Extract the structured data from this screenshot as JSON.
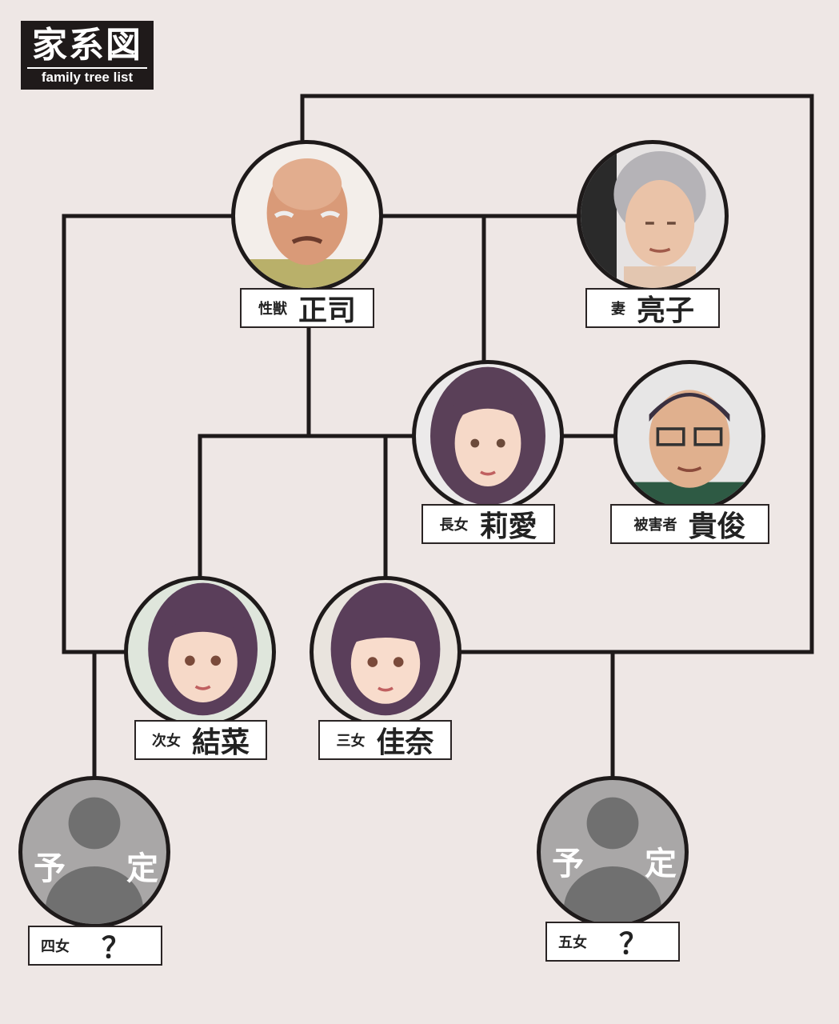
{
  "logo": {
    "title": "家系図",
    "subtitle": "family tree list"
  },
  "members": [
    {
      "id": "masashi",
      "role": "性獣",
      "name": "正司"
    },
    {
      "id": "ryoko",
      "role": "妻",
      "name": "亮子"
    },
    {
      "id": "rina",
      "role": "長女",
      "name": "莉愛"
    },
    {
      "id": "takatoshi",
      "role": "被害者",
      "name": "貴俊"
    },
    {
      "id": "yuna",
      "role": "次女",
      "name": "結菜"
    },
    {
      "id": "kana",
      "role": "三女",
      "name": "佳奈"
    },
    {
      "id": "fourth",
      "role": "四女",
      "name": "？",
      "placeholder": "予定"
    },
    {
      "id": "fifth",
      "role": "五女",
      "name": "？",
      "placeholder": "予定"
    }
  ],
  "placeholder_chars": [
    "予",
    "定"
  ],
  "colors": {
    "background": "#eee7e5",
    "line": "#1e1a1a",
    "placeholder": "#a9a7a7"
  }
}
